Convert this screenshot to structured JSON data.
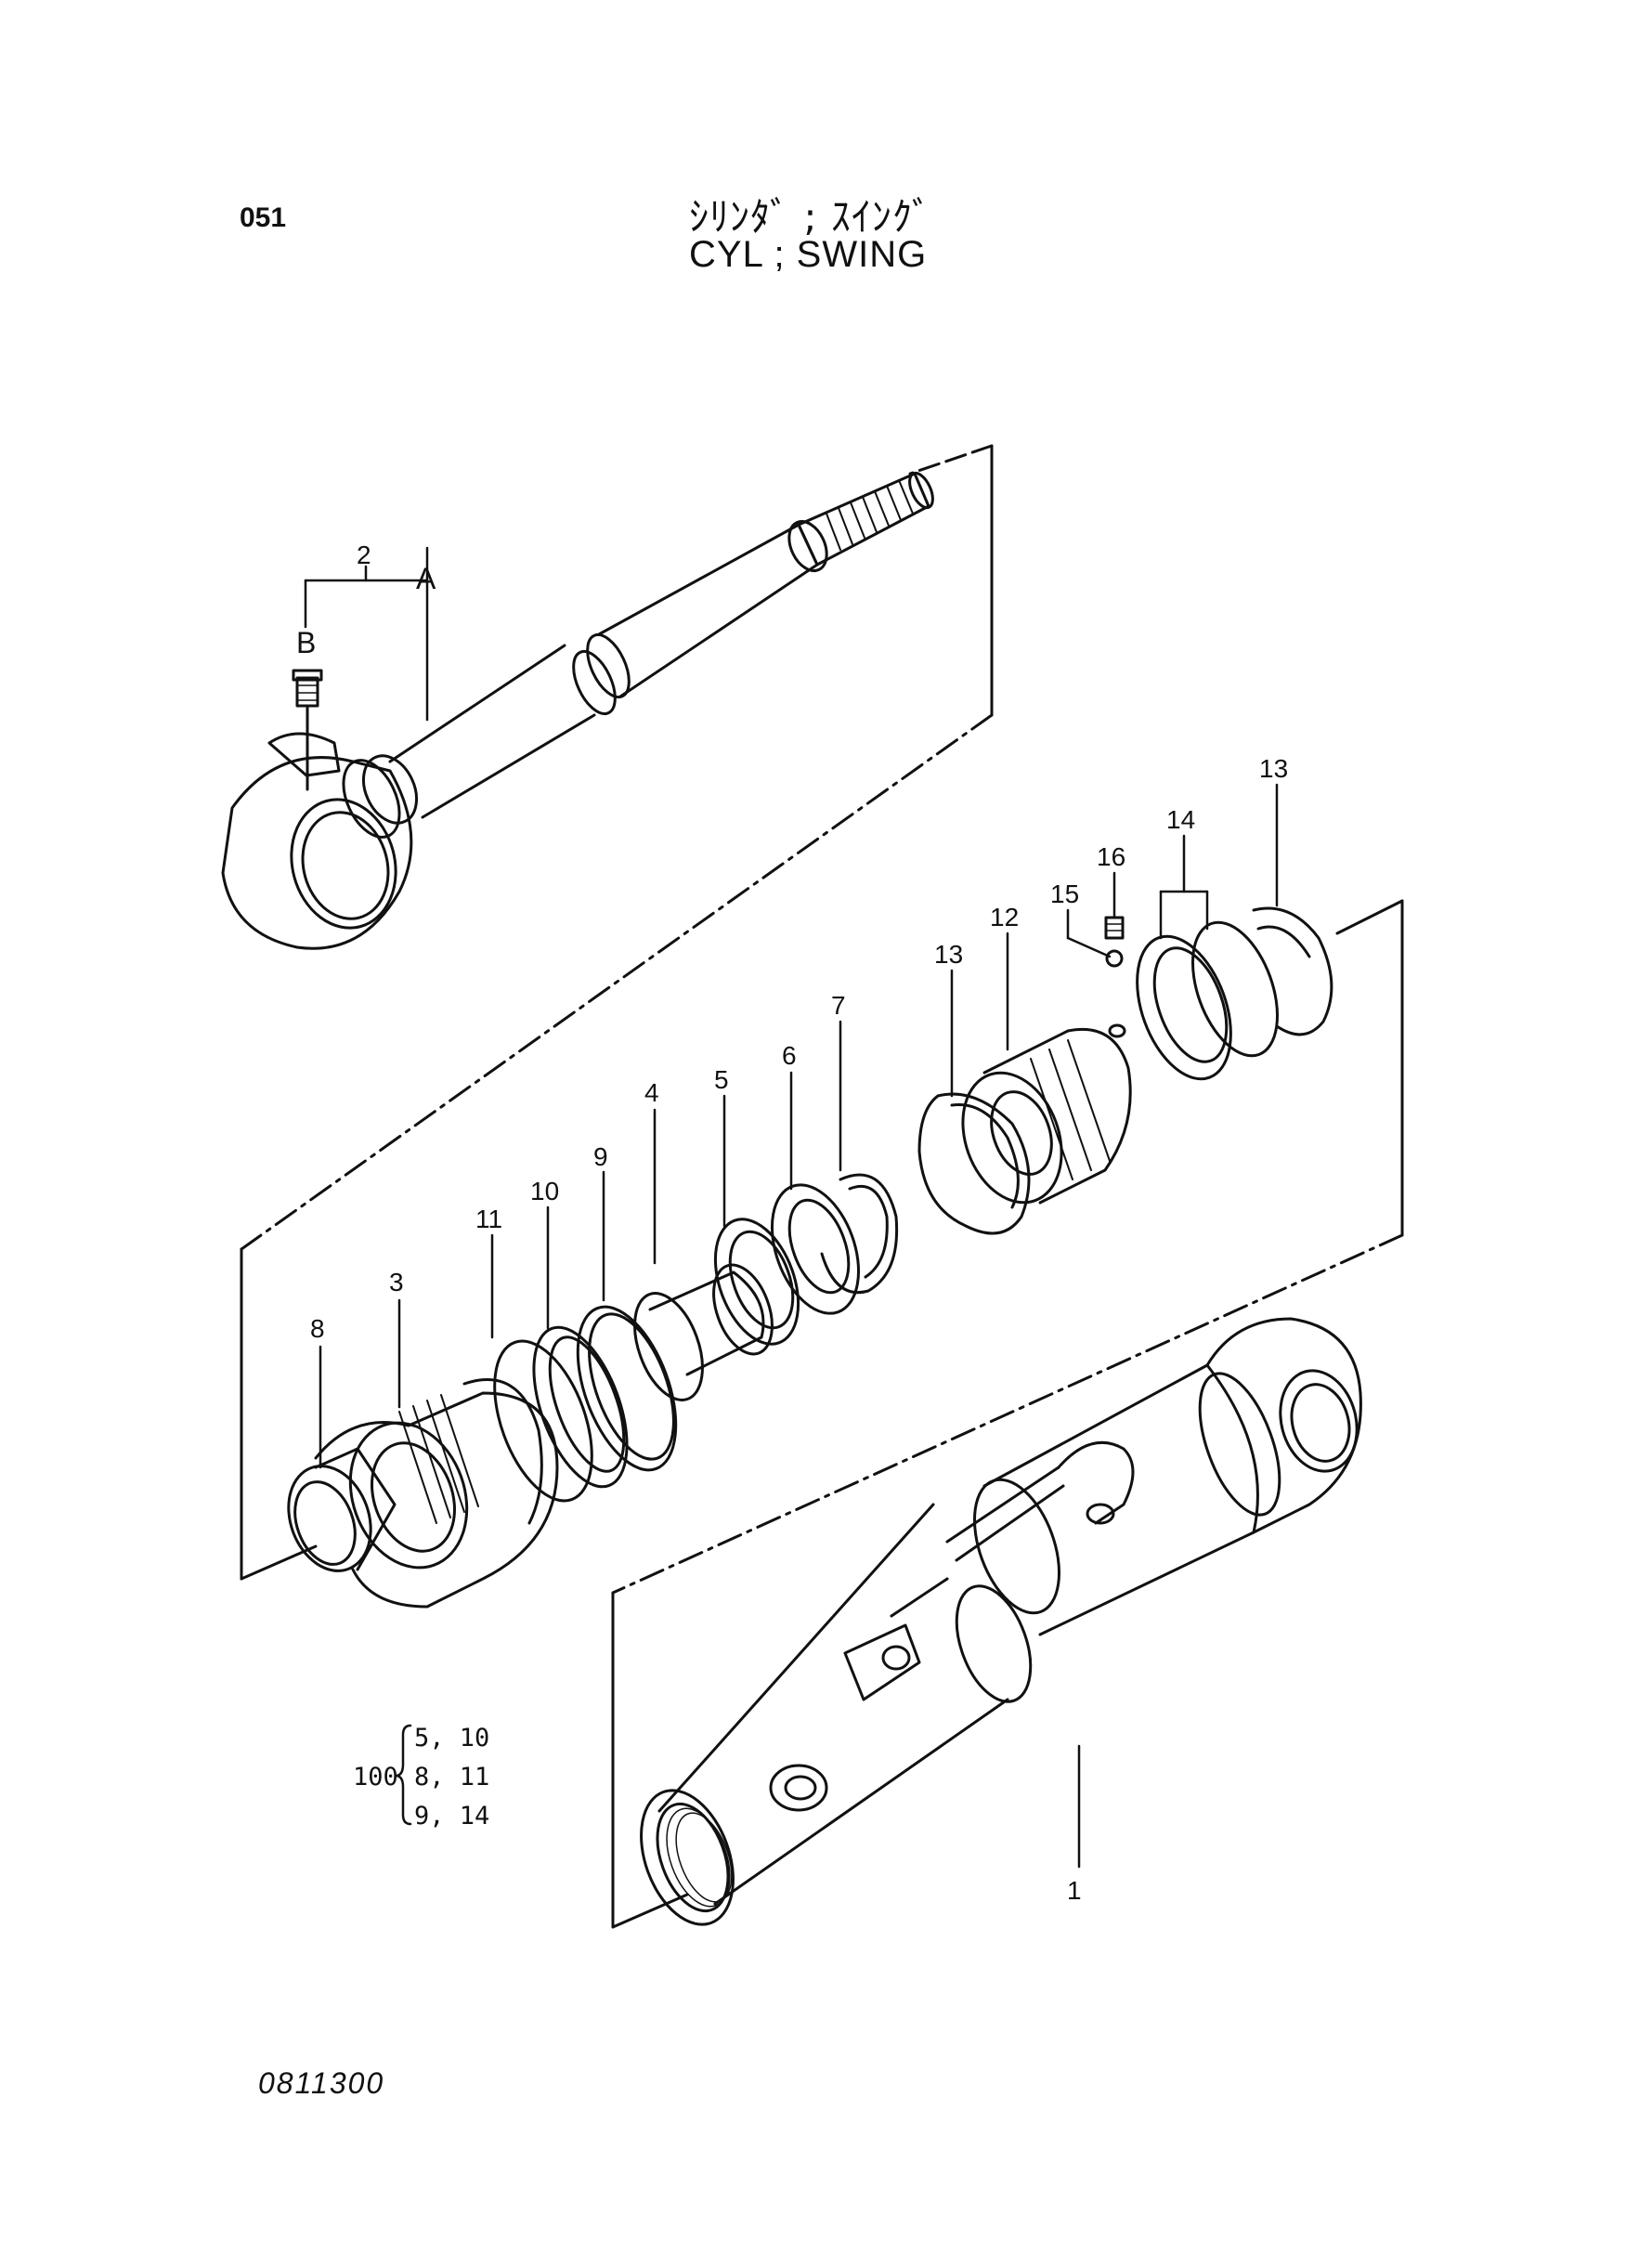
{
  "header": {
    "page_number": "051",
    "title_jp": "ｼﾘﾝﾀﾞ ; ｽｲﾝｸﾞ",
    "title_en": "CYL ; SWING"
  },
  "callouts": {
    "c1": "1",
    "c2": "2",
    "c3": "3",
    "c4": "4",
    "c5": "5",
    "c6": "6",
    "c7": "7",
    "c8": "8",
    "c9": "9",
    "c10": "10",
    "c11": "11",
    "c12": "12",
    "c13a": "13",
    "c13b": "13",
    "c14": "14",
    "c15": "15",
    "c16": "16",
    "ca": "A",
    "cb": "B"
  },
  "kit": {
    "number": "100",
    "rows": [
      "5, 10",
      "8, 11",
      "9, 14"
    ]
  },
  "footer": {
    "doc_number": "0811300"
  }
}
